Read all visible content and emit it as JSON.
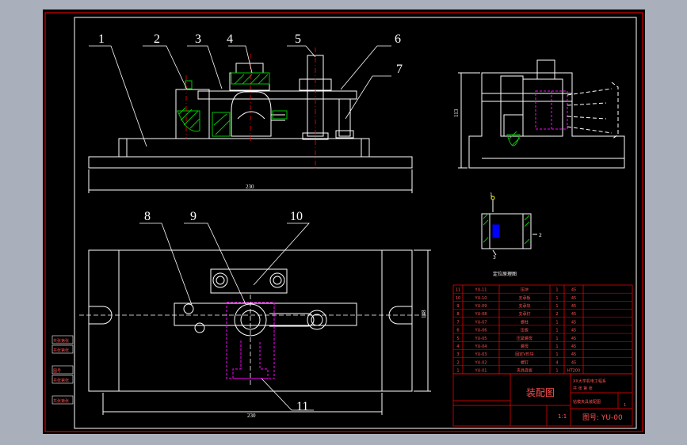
{
  "colors": {
    "canvas_bg": "#a9b0bb",
    "paper": "#000000",
    "line": "#ffffff",
    "frame": "#ff0000",
    "hatch": "#00c800",
    "label": "#ffffff",
    "dim": "#ffffff",
    "hidden": "#ff00ff",
    "center": "#ff0000",
    "title_text": "#ff5050",
    "part_blue": "#0000ff",
    "leader": "#ffff00"
  },
  "part_numbers": {
    "n1": "1",
    "n2": "2",
    "n3": "3",
    "n4": "4",
    "n5": "5",
    "n6": "6",
    "n7": "7",
    "n8": "8",
    "n9": "9",
    "n10": "10",
    "n11": "11"
  },
  "dimensions": {
    "front_width": "230",
    "side_height": "113",
    "plan_width": "230",
    "plan_height": "148"
  },
  "detail": {
    "title": "定位原理图",
    "mark1": "1",
    "mark2": "2",
    "mark3": "3"
  },
  "bom_rows": [
    {
      "no": "11",
      "code": "YU-11",
      "name": "压块",
      "qty": "1",
      "mat": "45"
    },
    {
      "no": "10",
      "code": "YU-10",
      "name": "支承板",
      "qty": "1",
      "mat": "45"
    },
    {
      "no": "9",
      "code": "YU-09",
      "name": "支承块",
      "qty": "1",
      "mat": "45"
    },
    {
      "no": "8",
      "code": "YU-08",
      "name": "支承钉",
      "qty": "2",
      "mat": "45"
    },
    {
      "no": "7",
      "code": "YU-07",
      "name": "螺柱",
      "qty": "1",
      "mat": "45"
    },
    {
      "no": "6",
      "code": "YU-06",
      "name": "压板",
      "qty": "1",
      "mat": "45"
    },
    {
      "no": "5",
      "code": "YU-05",
      "name": "压紧螺母",
      "qty": "1",
      "mat": "45"
    },
    {
      "no": "4",
      "code": "YU-04",
      "name": "螺母",
      "qty": "1",
      "mat": "45"
    },
    {
      "no": "3",
      "code": "YU-03",
      "name": "固定V形块",
      "qty": "1",
      "mat": "45"
    },
    {
      "no": "2",
      "code": "YU-02",
      "name": "螺钉",
      "qty": "4",
      "mat": "45"
    },
    {
      "no": "1",
      "code": "YU-01",
      "name": "夹具底板",
      "qty": "1",
      "mat": "HT200"
    }
  ],
  "title_block": {
    "drawing_name": "装配图",
    "scale": "1:1",
    "drawing_no": "图号: YU-00",
    "school": "XX大学机电工程系",
    "project": "钻模夹具装配图",
    "sheet_label": "共 张  第 张",
    "sheet_count": "1"
  },
  "side_notes": [
    "共张第张",
    "共张第张",
    "图号",
    "共张第张",
    "共张第张"
  ]
}
